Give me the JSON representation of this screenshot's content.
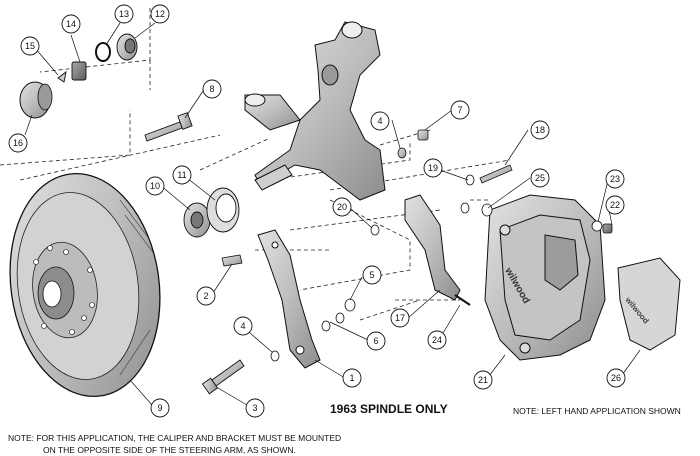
{
  "callouts": [
    {
      "id": "1",
      "label": "1"
    },
    {
      "id": "2",
      "label": "2"
    },
    {
      "id": "3",
      "label": "3"
    },
    {
      "id": "4a",
      "label": "4"
    },
    {
      "id": "4b",
      "label": "4"
    },
    {
      "id": "5",
      "label": "5"
    },
    {
      "id": "6",
      "label": "6"
    },
    {
      "id": "7",
      "label": "7"
    },
    {
      "id": "8",
      "label": "8"
    },
    {
      "id": "9",
      "label": "9"
    },
    {
      "id": "10",
      "label": "10"
    },
    {
      "id": "11",
      "label": "11"
    },
    {
      "id": "12",
      "label": "12"
    },
    {
      "id": "13",
      "label": "13"
    },
    {
      "id": "14",
      "label": "14"
    },
    {
      "id": "15",
      "label": "15"
    },
    {
      "id": "16",
      "label": "16"
    },
    {
      "id": "17",
      "label": "17"
    },
    {
      "id": "18",
      "label": "18"
    },
    {
      "id": "19",
      "label": "19"
    },
    {
      "id": "20",
      "label": "20"
    },
    {
      "id": "21",
      "label": "21"
    },
    {
      "id": "22",
      "label": "22"
    },
    {
      "id": "23",
      "label": "23"
    },
    {
      "id": "24",
      "label": "24"
    },
    {
      "id": "25",
      "label": "25"
    },
    {
      "id": "26",
      "label": "26"
    }
  ],
  "brand": "wilwood",
  "title": "1963 SPINDLE ONLY",
  "note_right": "NOTE: LEFT HAND APPLICATION SHOWN",
  "note_bottom_line1": "NOTE: FOR THIS APPLICATION, THE CALIPER AND BRACKET MUST BE MOUNTED",
  "note_bottom_line2": "ON THE OPPOSITE SIDE OF THE STEERING ARM, AS SHOWN."
}
